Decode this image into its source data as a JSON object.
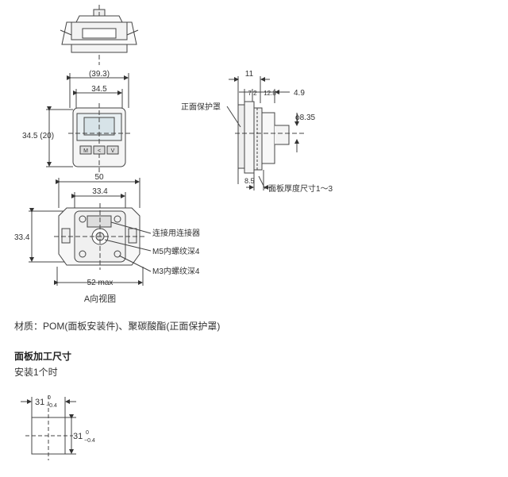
{
  "top_view": {},
  "front_view": {
    "width_outer": "(39.3)",
    "width_inner": "34.5",
    "height": "34.5 (20)",
    "buttons": [
      "M",
      "<",
      "V"
    ]
  },
  "side_view": {
    "total": "11",
    "seg_a": "7.2",
    "seg_b": "12.8",
    "seg_c": "4.9",
    "diameter": "ϕ8.35",
    "front_cover": "正面保护罩",
    "offset": "8.5",
    "panel_thickness": "面板厚度尺寸1～3"
  },
  "rear_view": {
    "width": "50",
    "inner_width": "33.4",
    "height": "33.4",
    "max_width": "52 max",
    "connector": "连接用连接器",
    "m5": "M5内螺纹深4",
    "m3": "M3内螺纹深4",
    "caption": "A向视图"
  },
  "material": "材质：POM(面板安装件)、聚碳酸酯(正面保护罩)",
  "cutout": {
    "title": "面板加工尺寸",
    "subtitle": "安装1个时",
    "w": "31",
    "h": "31",
    "tol_upper": "0",
    "tol_lower": "−0.4"
  }
}
